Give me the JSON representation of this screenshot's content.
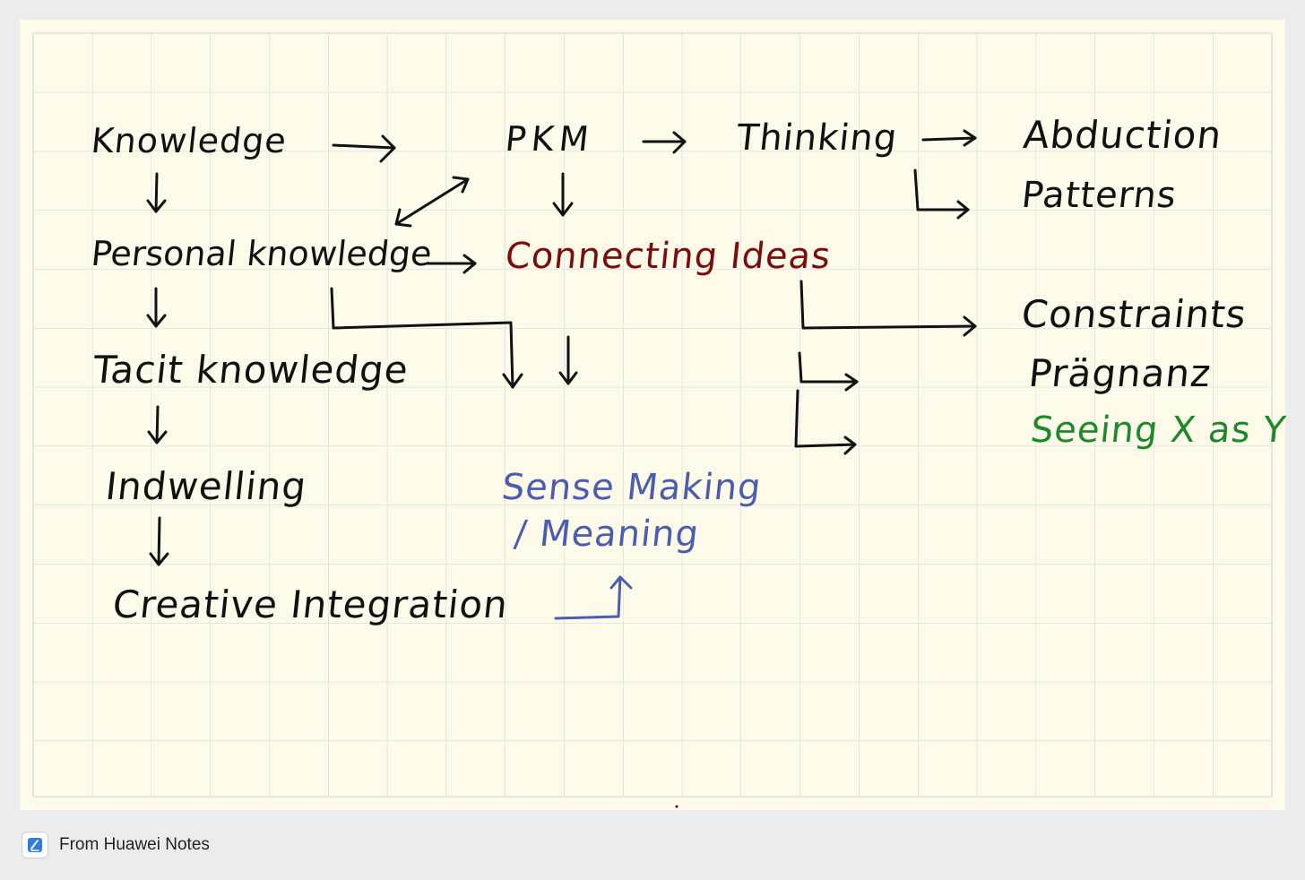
{
  "nodes": {
    "knowledge": "Knowledge",
    "pkm": "PKM",
    "thinking": "Thinking",
    "abduction": "Abduction",
    "patterns": "Patterns",
    "personal_knowledge": "Personal knowledge",
    "connecting_ideas": "Connecting Ideas",
    "constraints": "Constraints",
    "pragnanz": "Prägnanz",
    "seeing_x_as_y": "Seeing X as Y",
    "tacit_knowledge": "Tacit knowledge",
    "indwelling": "Indwelling",
    "sense_making": "Sense Making",
    "meaning": "/ Meaning",
    "creative_integration": "Creative Integration"
  },
  "colors": {
    "ink_black": "#111111",
    "ink_red": "#7a0c0c",
    "ink_blue": "#4a5db0",
    "ink_green": "#1c8a2a",
    "paper": "#fefaea",
    "grid": "#cfd3d6"
  },
  "footer": {
    "icon": "huawei-notes-icon",
    "text": "From Huawei Notes"
  }
}
